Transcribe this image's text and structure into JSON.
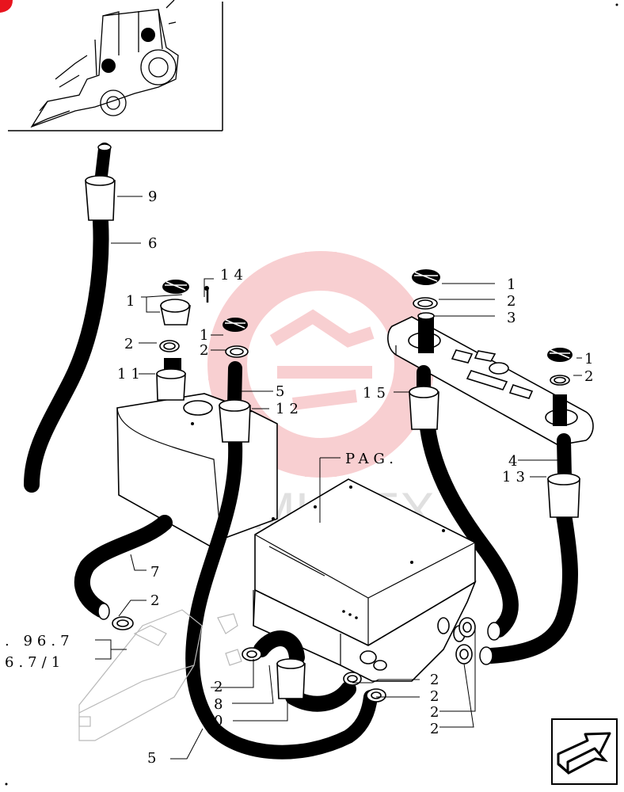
{
  "labels": {
    "l9": "9",
    "l6": "6",
    "l14": "14",
    "l1a": "1",
    "l2a": "2",
    "l1b": "1",
    "l2b": "2",
    "l11": "11",
    "l5a": "5",
    "l12": "12",
    "l1c": "1",
    "l2c": "2",
    "l3": "3",
    "l15": "15",
    "l1d": "1",
    "l2d": "2",
    "l4": "4",
    "l13": "13",
    "lpag": "PAG.",
    "l7": "7",
    "l2e": "2",
    "lref1": ". 96.7",
    "lref2": "6.7/1",
    "l2f": "2",
    "l8": "8",
    "l10": "0",
    "l5b": "5",
    "l2g": "2",
    "l2h": "2",
    "l2i": "2",
    "l2j": "2"
  },
  "watermark": "МНТЕХ",
  "colors": {
    "accent": "#e8141e",
    "watermark": "#f7c9cb",
    "line": "#000000"
  }
}
